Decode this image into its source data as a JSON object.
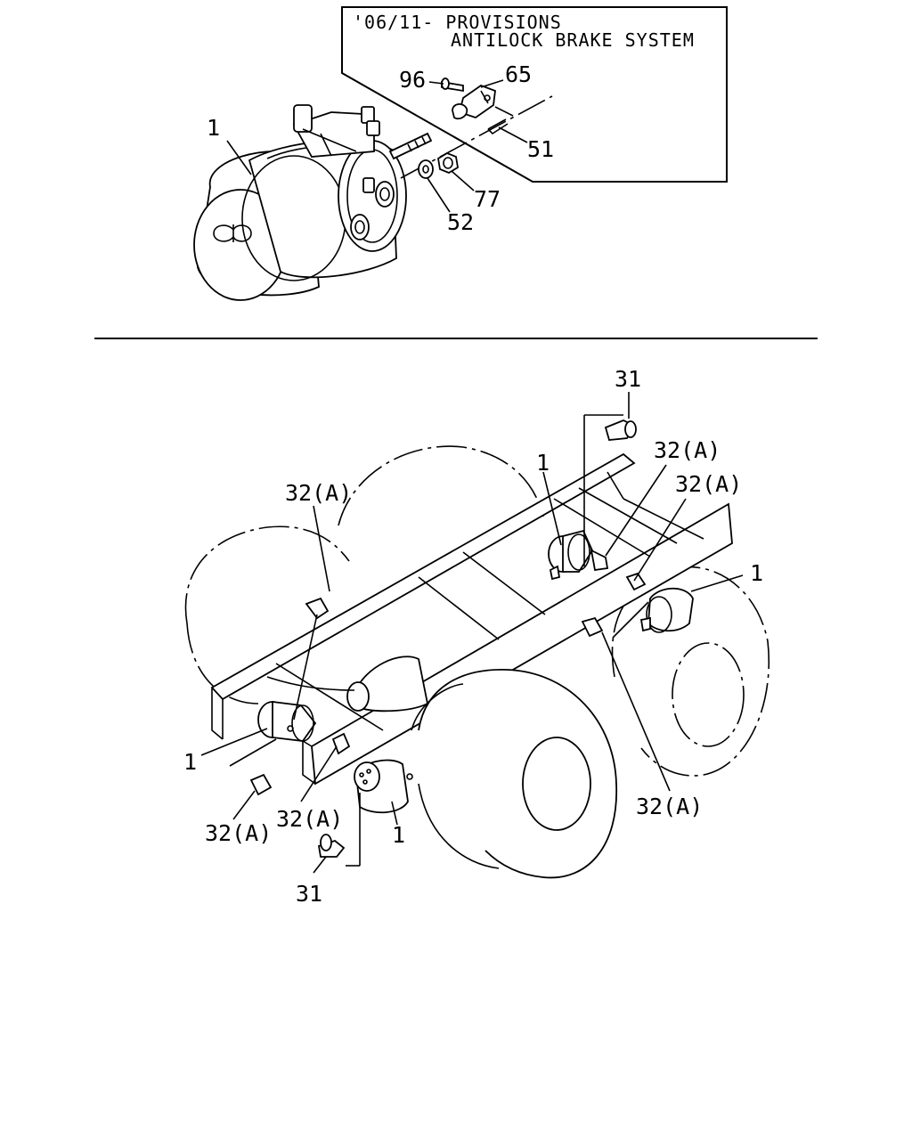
{
  "note": {
    "line1": "'06/11- PROVISIONS",
    "line2": "ANTILOCK BRAKE SYSTEM"
  },
  "callouts": {
    "detail_1": "1",
    "detail_96": "96",
    "detail_65": "65",
    "detail_51": "51",
    "detail_77": "77",
    "detail_52": "52",
    "top_31": "31",
    "top_left_32a": "32(A)",
    "mid_32a_1": "32(A)",
    "mid_32a_2": "32(A)",
    "mid_1": "1",
    "right_1": "1",
    "right_32a": "32(A)",
    "left_1": "1",
    "left_32a": "32(A)",
    "center_32a": "32(A)",
    "bottom_1": "1",
    "bottom_31": "31"
  }
}
